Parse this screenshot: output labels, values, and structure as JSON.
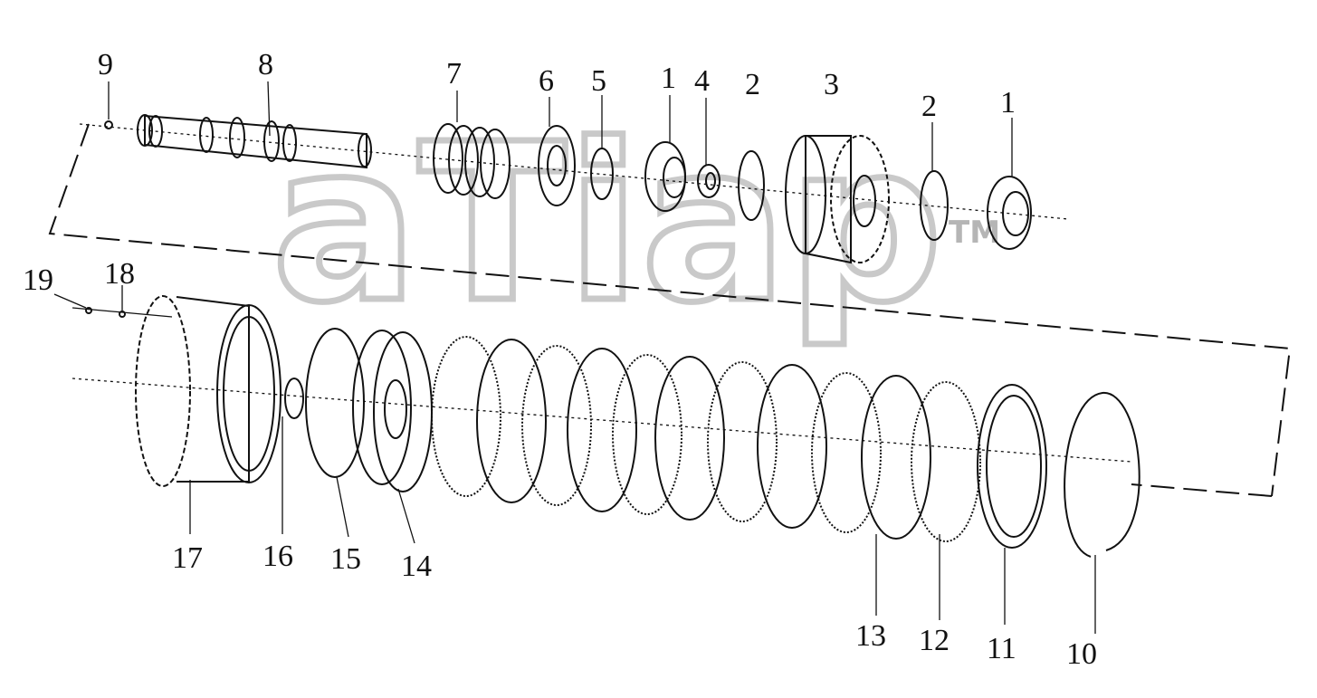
{
  "watermark": {
    "text": "aTiap",
    "tm": "TM"
  },
  "callouts": {
    "c1a": "1",
    "c1b": "1",
    "c2a": "2",
    "c2b": "2",
    "c3": "3",
    "c4": "4",
    "c5": "5",
    "c6": "6",
    "c7": "7",
    "c8": "8",
    "c9": "9",
    "c10": "10",
    "c11": "11",
    "c12": "12",
    "c13": "13",
    "c14": "14",
    "c15": "15",
    "c16": "16",
    "c17": "17",
    "c18": "18",
    "c19": "19"
  }
}
